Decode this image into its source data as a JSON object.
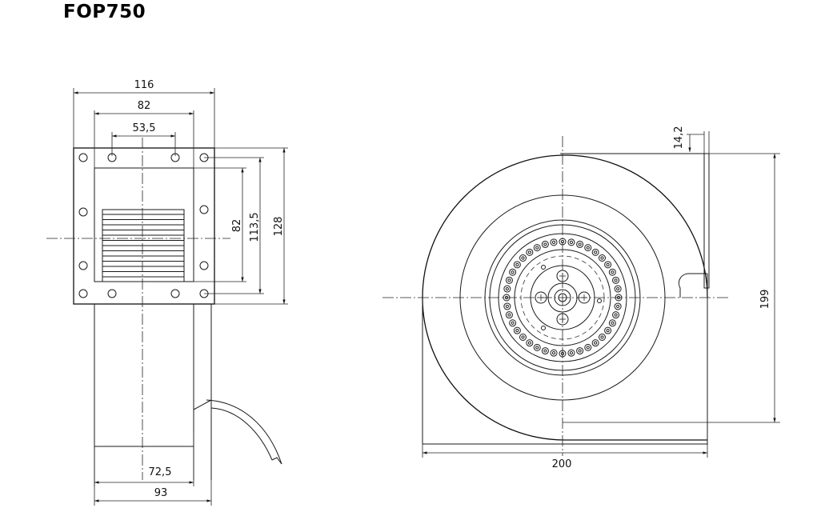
{
  "title": "FOP750",
  "dimensions": {
    "side_view": {
      "overall_width": "116",
      "flange_hole_spacing": "82",
      "top_hole_spacing": "53,5",
      "vertical_inner": "82",
      "vertical_holes": "113,5",
      "overall_height": "128",
      "body_width": "72,5",
      "motor_width": "93"
    },
    "front_view": {
      "flange_thickness": "14,2",
      "overall_height": "199",
      "overall_width": "200"
    }
  },
  "colors": {
    "line": "#1a1a1a",
    "background": "#ffffff"
  }
}
